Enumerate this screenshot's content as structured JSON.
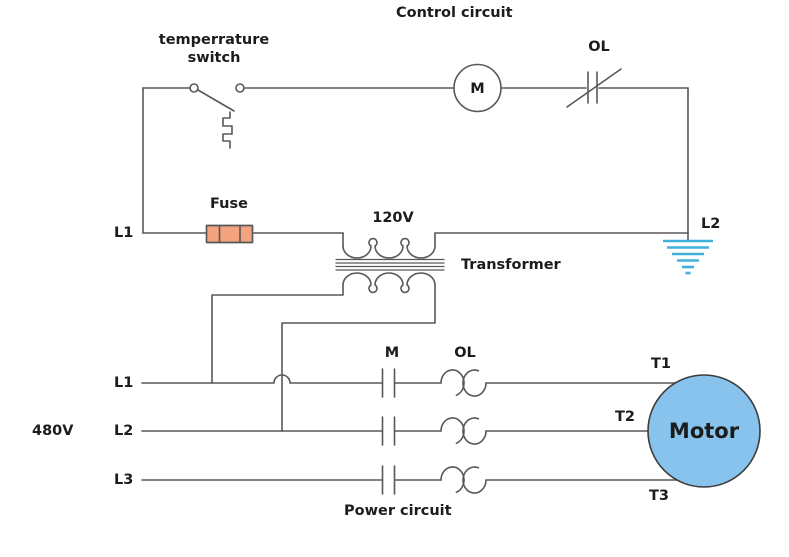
{
  "colors": {
    "wire": "#58585a",
    "fuse_fill": "#f3a47e",
    "motor_fill": "#87c3ec",
    "ground": "#41afd7",
    "text": "#1c1c1c"
  },
  "control_circuit": {
    "title": "Control circuit",
    "temperature_switch_label": "temperrature switch",
    "contactor_coil_label": "M",
    "overload_contact_label": "OL",
    "line1_label": "L1",
    "line2_label": "L2",
    "fuse_label": "Fuse",
    "secondary_voltage": "120V",
    "transformer_label": "Transformer"
  },
  "power_circuit": {
    "caption": "Power circuit",
    "supply_voltage": "480V",
    "contactor_label": "M",
    "overload_label": "OL",
    "line_labels": [
      "L1",
      "L2",
      "L3"
    ],
    "terminal_labels": [
      "T1",
      "T2",
      "T3"
    ],
    "motor_label": "Motor"
  }
}
